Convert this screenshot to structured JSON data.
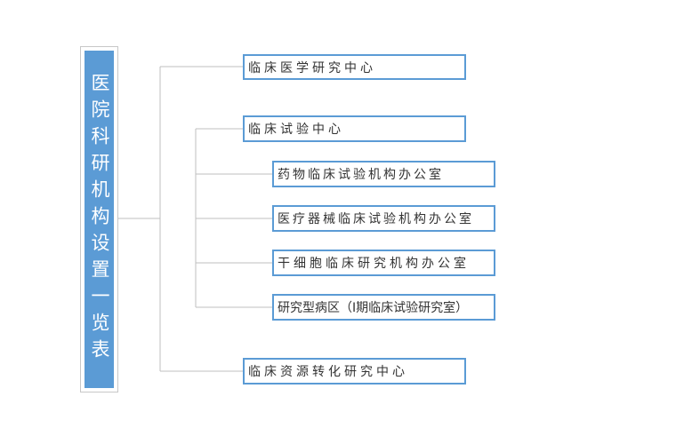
{
  "root": {
    "label": "医院科研机构设置一览表"
  },
  "nodes": [
    {
      "label": "临床医学研究中心"
    },
    {
      "label": "临床试验中心"
    },
    {
      "label": "药物临床试验机构办公室"
    },
    {
      "label": "医疗器械临床试验机构办公室"
    },
    {
      "label": "干细胞临床研究机构办公室"
    },
    {
      "label": "研究型病区（Ⅰ期临床试验研究室）"
    },
    {
      "label": "临床资源转化研究中心"
    }
  ],
  "colors": {
    "box_border": "#5b9bd5",
    "root_fill": "#5b9bd5",
    "connector": "#bfbfbf"
  }
}
